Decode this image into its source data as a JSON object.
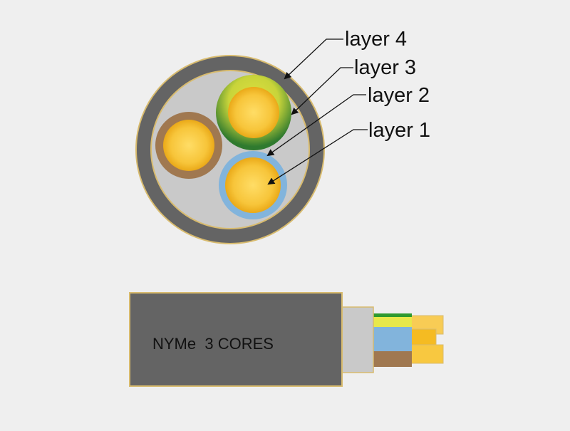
{
  "labels": {
    "layer4": "layer 4",
    "layer3": "layer 3",
    "layer2": "layer 2",
    "layer1": "layer 1"
  },
  "cable": {
    "text": "NYMe  3 CORES"
  },
  "colors": {
    "background": "#efefef",
    "outer_sheath": "#646464",
    "filler": "#c9c9c9",
    "core_copper": "#f5bb22",
    "core_highlight": "#ffdd66",
    "insulation_brown": "#a07850",
    "insulation_blue": "#82b4dc",
    "insulation_green": "#2f7a2f",
    "insulation_yellow": "#d7d730",
    "outline": "#d8bb6e"
  }
}
